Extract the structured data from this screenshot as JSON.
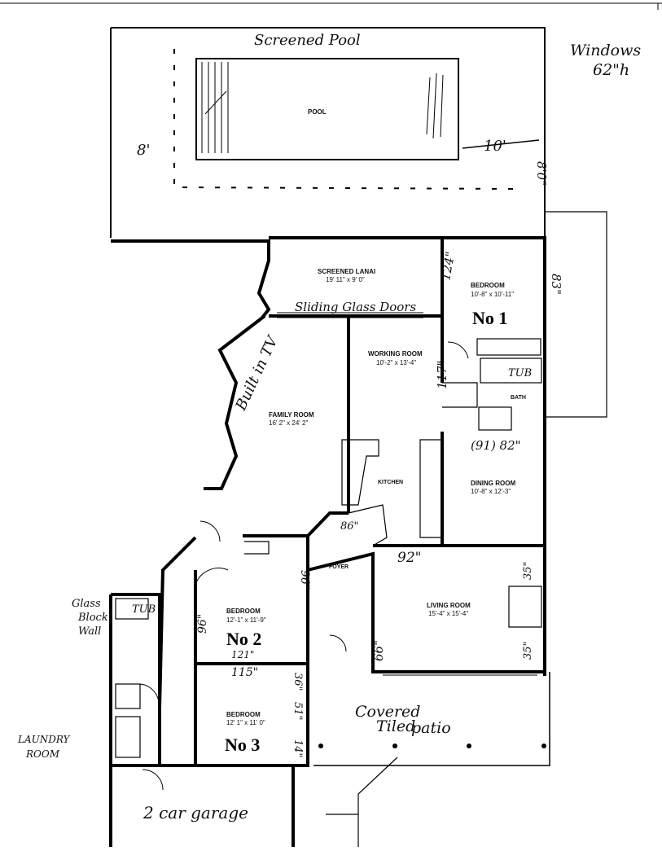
{
  "annotations": {
    "screened_pool": "Screened Pool",
    "pool": "POOL",
    "windows": "Windows",
    "windows_height": "62\"h",
    "eight_ft": "8'",
    "ten_ft": "10'",
    "eight_ft_side": "8'0\"",
    "sliding_doors": "Sliding Glass Doors",
    "built_in_tv": "Built in TV",
    "glass_block_wall_1": "Glass",
    "glass_block_wall_2": "Block",
    "glass_block_wall_3": "Wall",
    "tub_left": "TUB",
    "tub_right": "TUB",
    "laundry_1": "LAUNDRY",
    "laundry_2": "ROOM",
    "garage": "2 car garage",
    "covered_1": "Covered",
    "covered_2": "Tiled",
    "covered_3": "patio"
  },
  "rooms": {
    "screened_lanai": {
      "name": "SCREENED LANAI",
      "size": "19' 11\" x 9' 0\""
    },
    "bedroom_1": {
      "name": "BEDROOM",
      "size": "10'-8\" x 10'-11\"",
      "label": "No 1"
    },
    "working_room": {
      "name": "WORKING ROOM",
      "size": "10'-2\" x 13'-4\""
    },
    "family_room": {
      "name": "FAMILY ROOM",
      "size": "16' 2\" x 24' 2\""
    },
    "bath": {
      "name": "BATH"
    },
    "kitchen": {
      "name": "KITCHEN"
    },
    "dining_room": {
      "name": "DINING ROOM",
      "size": "10'-8\" x 12'-3\""
    },
    "foyer": {
      "name": "FOYER"
    },
    "living_room": {
      "name": "LIVING ROOM",
      "size": "15'-4\" x 15'-4\""
    },
    "bedroom_2": {
      "name": "BEDROOM",
      "size": "12'-1\" x 11'-9\"",
      "label": "No 2"
    },
    "bedroom_3": {
      "name": "BEDROOM",
      "size": "12' 1\" x 11' 0\"",
      "label": "No 3"
    }
  },
  "dimensions": {
    "d_124": "124\"",
    "d_83": "83\"",
    "d_117": "117\"",
    "d_91_82": "(91) 82\"",
    "d_86": "86\"",
    "d_92": "92\"",
    "d_35a": "35\"",
    "d_35b": "35\"",
    "d_66": "66\"",
    "d_96a": "96\"",
    "d_96b": "96\"",
    "d_121": "121\"",
    "d_115": "115\"",
    "d_36": "36\"",
    "d_51": "51\"",
    "d_14": "14\""
  }
}
